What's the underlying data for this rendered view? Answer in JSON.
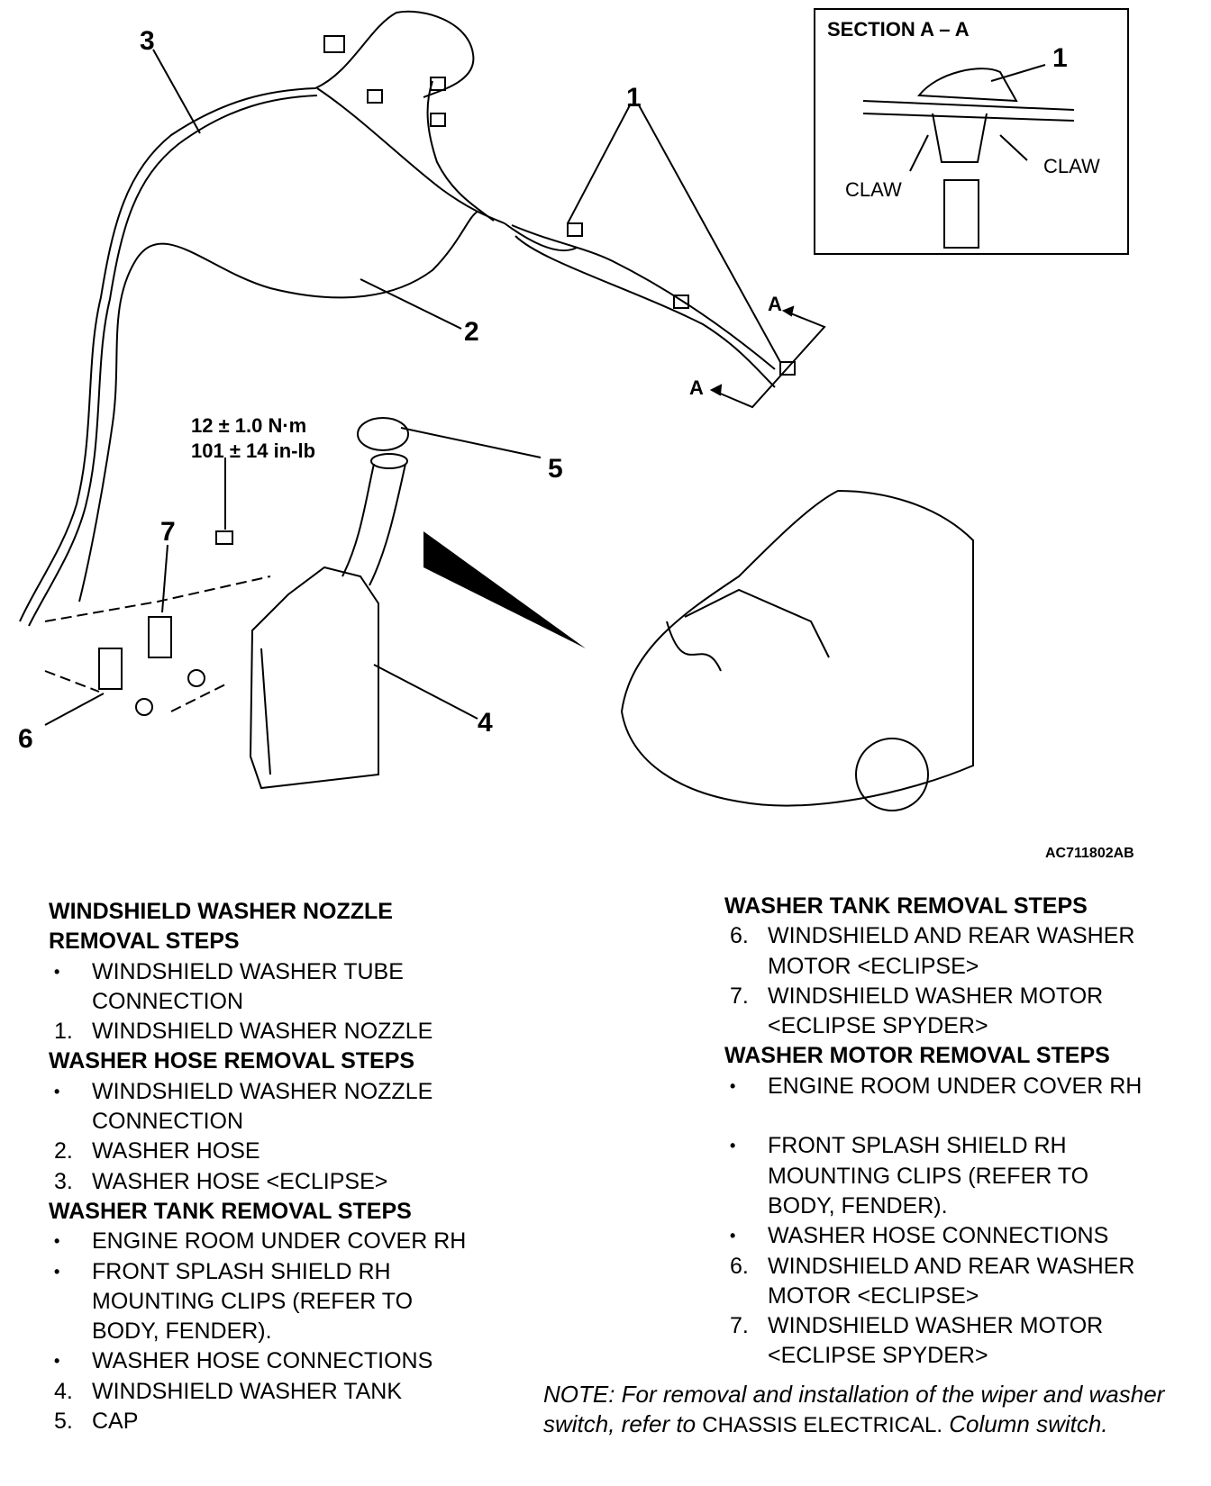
{
  "figure": {
    "callouts": [
      "1",
      "2",
      "3",
      "4",
      "5",
      "6",
      "7"
    ],
    "section_title": "SECTION A – A",
    "section_callout": "1",
    "claw_left": "CLAW",
    "claw_right": "CLAW",
    "section_marker": "A",
    "torque_nm": "12 ± 1.0 N·m",
    "torque_inlb": "101 ± 14 in-lb",
    "figure_code": "AC711802AB"
  },
  "left_column": [
    {
      "type": "heading",
      "text": "WINDSHIELD WASHER NOZZLE"
    },
    {
      "type": "heading",
      "text": "REMOVAL STEPS"
    },
    {
      "type": "step",
      "marker": "•",
      "lines": [
        "WINDSHIELD WASHER TUBE",
        "CONNECTION"
      ]
    },
    {
      "type": "step",
      "marker": "1.",
      "lines": [
        "WINDSHIELD WASHER NOZZLE"
      ]
    },
    {
      "type": "heading",
      "text": "WASHER HOSE REMOVAL STEPS"
    },
    {
      "type": "step",
      "marker": "•",
      "lines": [
        "WINDSHIELD WASHER NOZZLE",
        "CONNECTION"
      ]
    },
    {
      "type": "step",
      "marker": "2.",
      "lines": [
        "WASHER HOSE"
      ]
    },
    {
      "type": "step",
      "marker": "3.",
      "lines": [
        "WASHER HOSE <ECLIPSE>"
      ]
    },
    {
      "type": "heading",
      "text": "WASHER TANK REMOVAL STEPS"
    },
    {
      "type": "step",
      "marker": "•",
      "lines": [
        "ENGINE ROOM UNDER COVER RH"
      ]
    },
    {
      "type": "step",
      "marker": "•",
      "lines": [
        "FRONT SPLASH SHIELD RH",
        "MOUNTING CLIPS (REFER TO",
        "BODY, FENDER)."
      ]
    },
    {
      "type": "step",
      "marker": "•",
      "lines": [
        "WASHER HOSE CONNECTIONS"
      ]
    },
    {
      "type": "step",
      "marker": "4.",
      "lines": [
        "WINDSHIELD WASHER TANK"
      ]
    },
    {
      "type": "step",
      "marker": "5.",
      "lines": [
        "CAP"
      ]
    }
  ],
  "right_column": [
    {
      "type": "heading",
      "text": "WASHER TANK REMOVAL STEPS"
    },
    {
      "type": "step",
      "marker": "6.",
      "lines": [
        "WINDSHIELD AND REAR WASHER",
        "MOTOR <ECLIPSE>"
      ]
    },
    {
      "type": "step",
      "marker": "7.",
      "lines": [
        "WINDSHIELD WASHER MOTOR",
        "<ECLIPSE SPYDER>"
      ]
    },
    {
      "type": "heading",
      "text": "WASHER MOTOR REMOVAL STEPS"
    },
    {
      "type": "step",
      "marker": "•",
      "lines": [
        "ENGINE ROOM UNDER COVER RH",
        ""
      ]
    },
    {
      "type": "step",
      "marker": "•",
      "lines": [
        "FRONT SPLASH SHIELD RH",
        "MOUNTING CLIPS (REFER TO",
        "BODY, FENDER)."
      ]
    },
    {
      "type": "step",
      "marker": "•",
      "lines": [
        "WASHER HOSE CONNECTIONS"
      ]
    },
    {
      "type": "step",
      "marker": "6.",
      "lines": [
        "WINDSHIELD AND REAR WASHER",
        "MOTOR <ECLIPSE>"
      ]
    },
    {
      "type": "step",
      "marker": "7.",
      "lines": [
        "WINDSHIELD WASHER MOTOR",
        "<ECLIPSE SPYDER>"
      ]
    }
  ],
  "note": {
    "lead": "NOTE: For removal and installation of the wiper and washer switch, refer to",
    "ref1": "CHASSIS ELECTRICAL",
    "sep": ".",
    "ref2": "Column switch",
    "end": "."
  }
}
